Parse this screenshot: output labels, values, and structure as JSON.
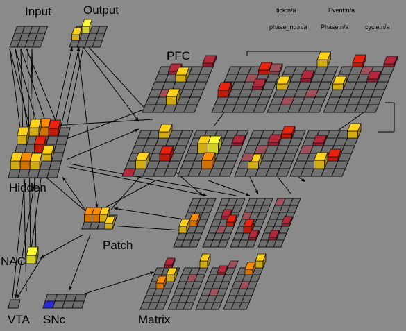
{
  "status": {
    "tick": "tick:n/a",
    "event": "Event:n/a",
    "phase_no": "phase_no:n/a",
    "phase": "Phase:n/a",
    "cycle": "cycle:n/a"
  },
  "layers": {
    "input": "Input",
    "output": "Output",
    "pfc": "PFC",
    "hidden": "Hidden",
    "patch": "Patch",
    "nac": "NAC",
    "vta": "VTA",
    "snc": "SNc",
    "matrix": "Matrix"
  },
  "colors": {
    "background": "#8a8a8a",
    "unit_off": "#6e6e6e",
    "unit_edge": "#111111",
    "bright_yellow": "#ffff33",
    "yellow": "#ffd21a",
    "orange": "#ff8c00",
    "red": "#e8230f",
    "dark_red": "#b4283c",
    "faint_red": "#a0505a",
    "blue": "#2a2ad0"
  }
}
